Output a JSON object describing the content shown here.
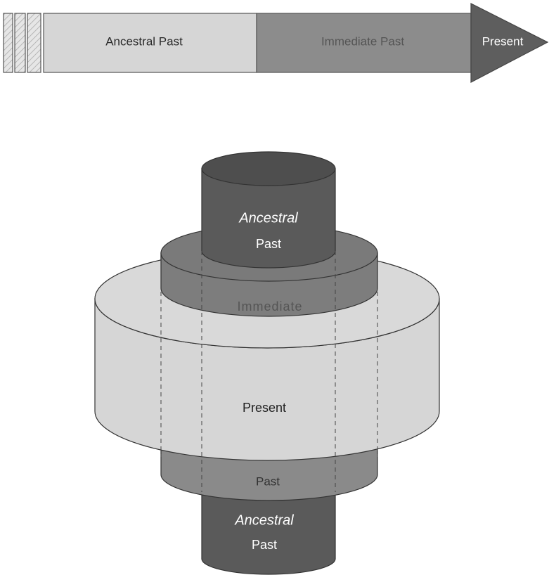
{
  "timeline": {
    "segments": [
      {
        "label": "Ancestral Past"
      },
      {
        "label": "Immediate Past"
      }
    ],
    "arrow_label": "Present"
  },
  "cylinders": {
    "top_core": {
      "line1": "Ancestral",
      "line2": "Past"
    },
    "middle_ring_top_label": "Immediate",
    "outer_label": "Present",
    "middle_ring_bottom_label": "Past",
    "bottom_core": {
      "line1": "Ancestral",
      "line2": "Past"
    }
  },
  "colors": {
    "light": "#d6d6d6",
    "mid": "#8a8a8a",
    "dark": "#5a5a5a",
    "text_dark": "#222222",
    "text_light": "#ffffff"
  }
}
